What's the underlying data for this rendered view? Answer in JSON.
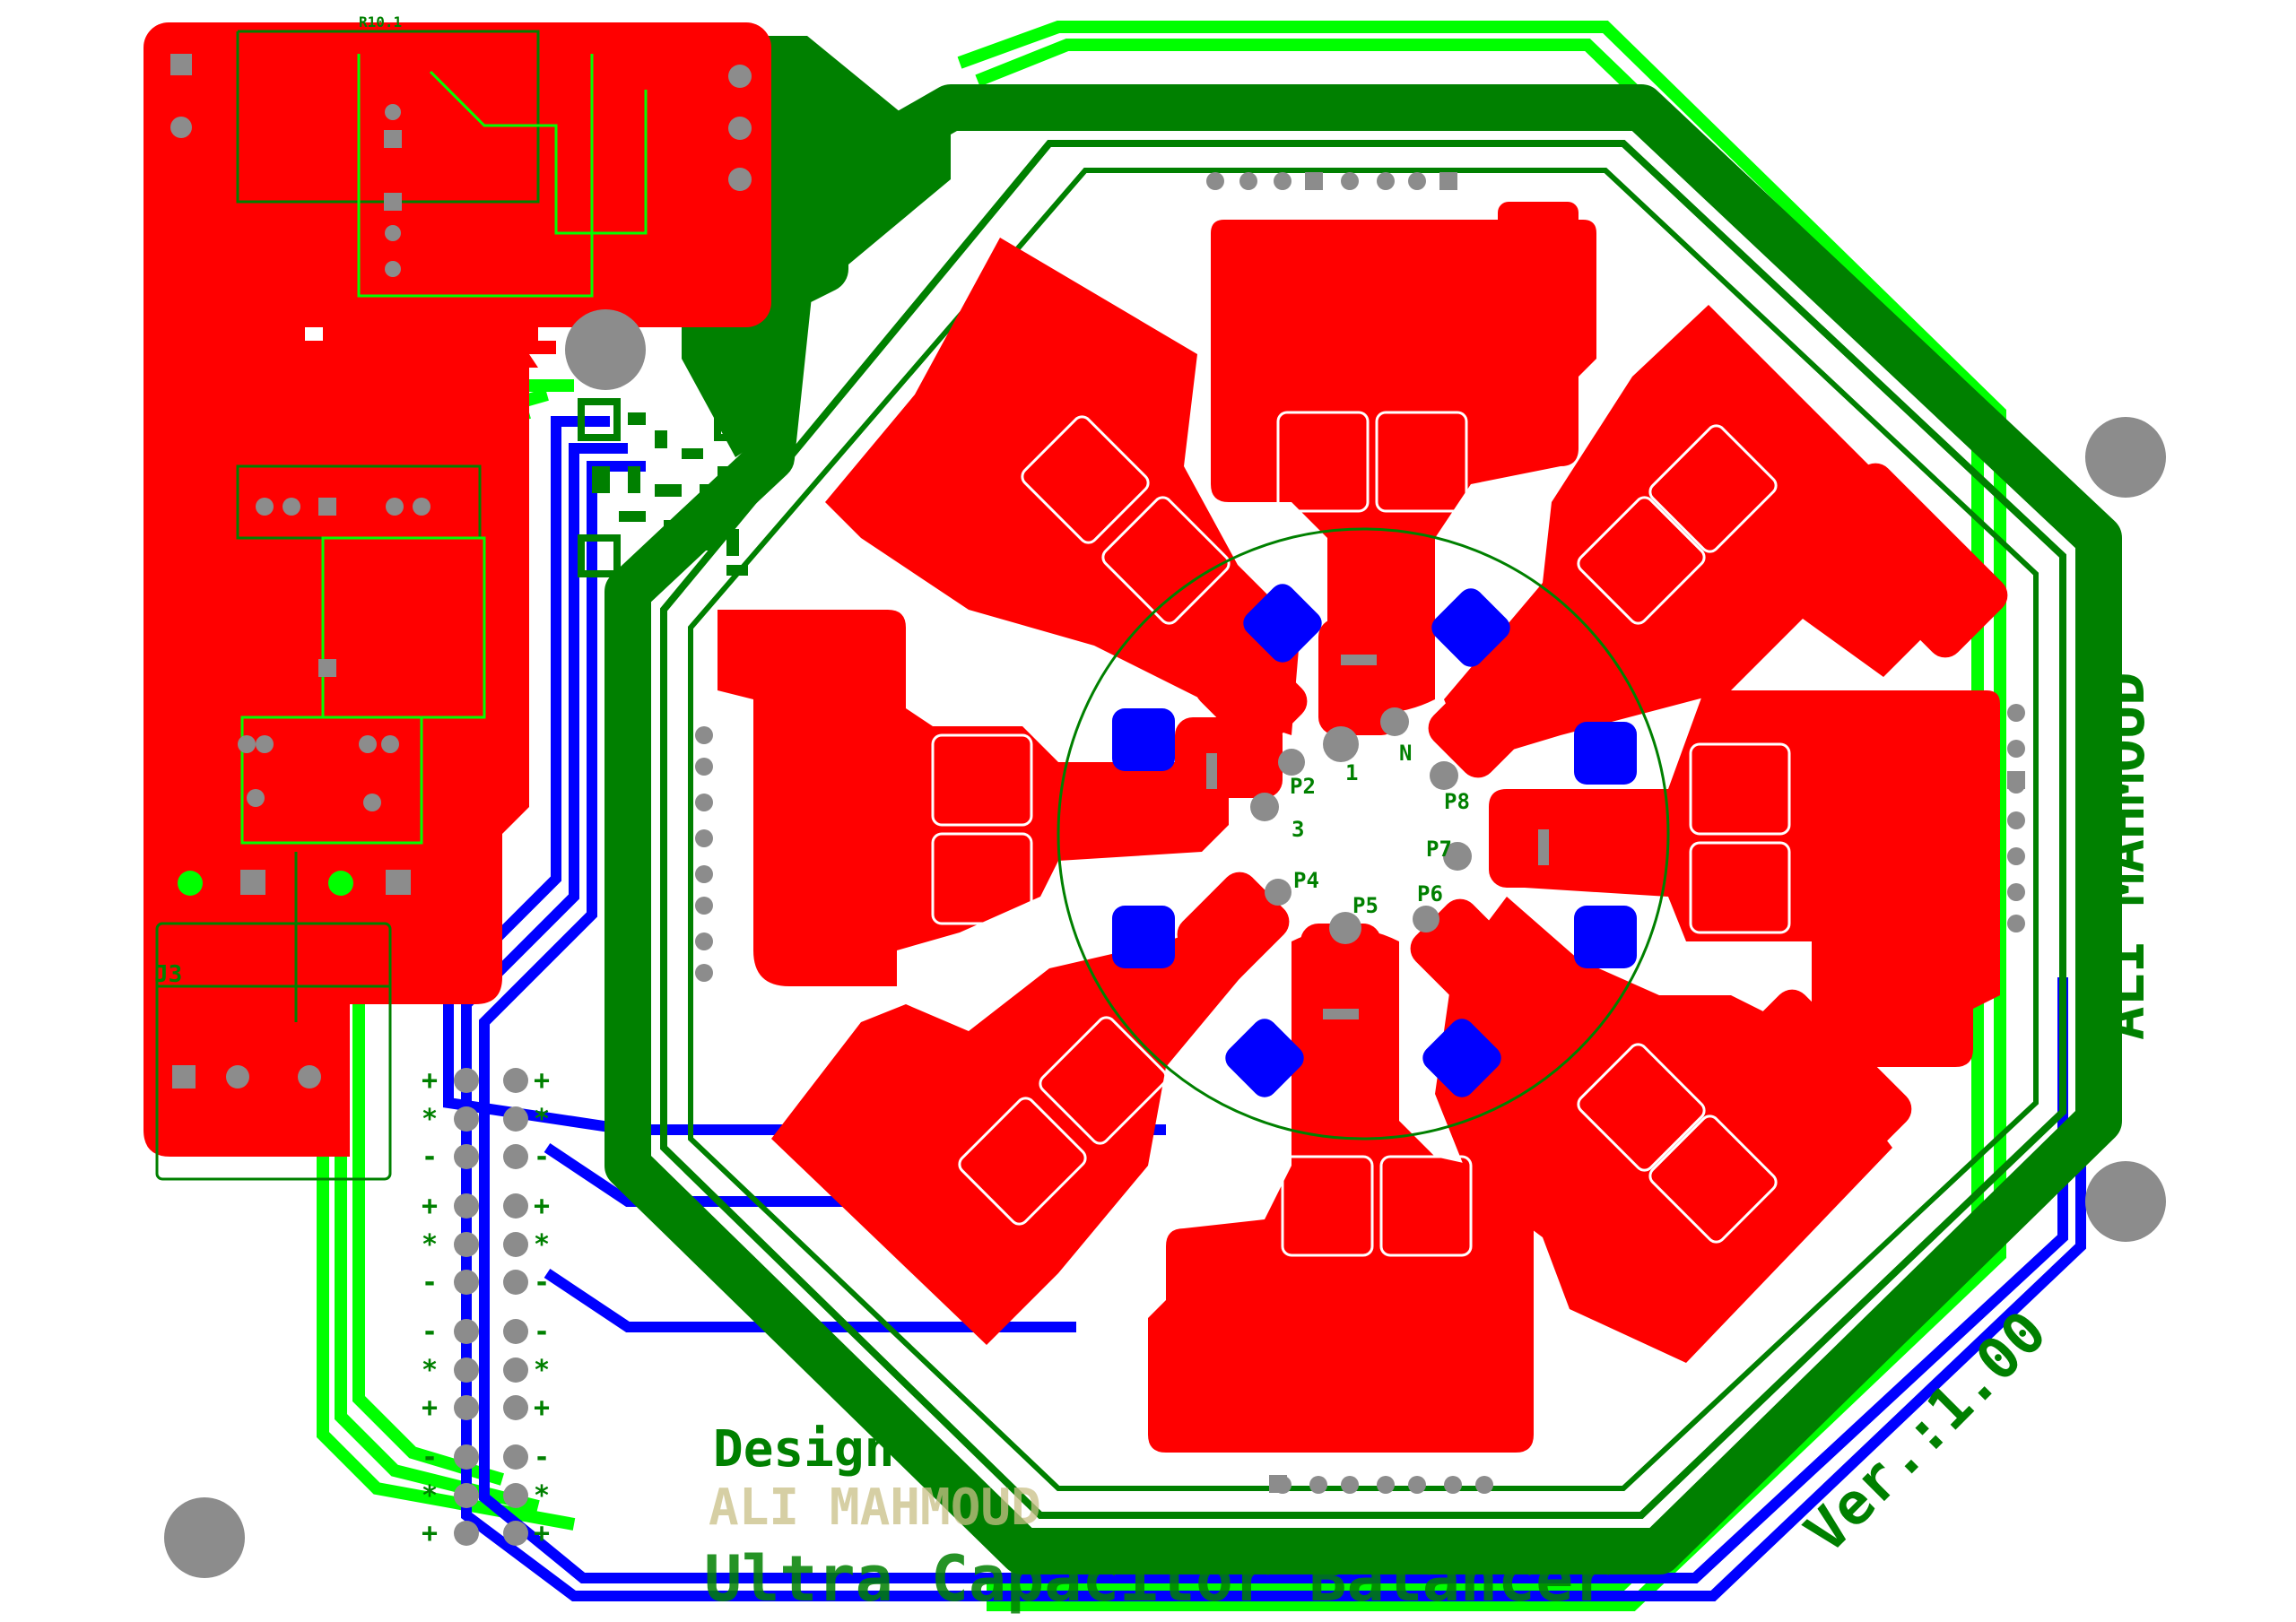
{
  "board": {
    "author_vertical": "ALI MAHMOUD",
    "version": "Ver.:1.00",
    "designer_prefix": "Designe",
    "designer_name": "ALI MAHMOUD",
    "product_title": "Ultra Capacitor Balancer"
  },
  "hub_labels": {
    "p1": "1",
    "p2": "P2",
    "p3": "3",
    "p4": "P4",
    "p5": "P5",
    "p6": "P6",
    "p7": "P7",
    "p8": "P8",
    "n": "N"
  },
  "connector_labels": [
    "+",
    "*",
    "-",
    "+",
    "*",
    "-",
    "-",
    "*",
    "+",
    "-",
    "*",
    "+"
  ],
  "module_labels": {
    "j3": "J3",
    "r10": "R10.1"
  },
  "colors": {
    "top_copper": "#ff0000",
    "bottom_copper": "#0000ff",
    "inner_copper": "#008000",
    "outer_trace": "#00ff00",
    "silkscreen": "#008000",
    "outline": "#00c000",
    "drill": "#8c8c8c",
    "board": "#ffffff"
  }
}
